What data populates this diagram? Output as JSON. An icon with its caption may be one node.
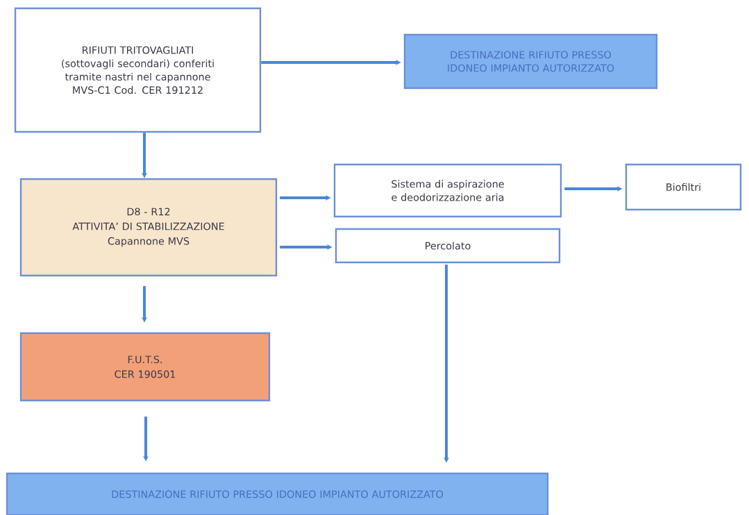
{
  "diagram": {
    "nodes": [
      {
        "text": [
          "RIFIUTI TRITOVAGLIATI (sottovagli secondari) conferiti tramite nastri nel capannone MVS-C1 Cod. CER 191212"
        ]
      },
      {
        "text": [
          "DESTINAZIONE RIFIUTO PRESSO IDONEO IMPIANTO AUTORIZZATO"
        ]
      },
      {
        "text": [
          "D8 - R12",
          "ATTIVITA’ DI STABILIZZAZIONE",
          "Capannone MVS"
        ]
      },
      {
        "text": [
          "Sistema di aspirazione e deodorizzazione aria"
        ]
      },
      {
        "text": [
          "Biofiltri"
        ]
      },
      {
        "text": [
          "Percolato"
        ]
      },
      {
        "text": [
          "F.U.T.S.",
          "CER 190501"
        ]
      },
      {
        "text": [
          "DESTINAZIONE RIFIUTO PRESSO IDONEO IMPIANTO AUTORIZZATO"
        ]
      }
    ],
    "edges": [
      {
        "from": 0,
        "to": 1,
        "arrow": "to"
      },
      {
        "from": 0,
        "to": 2,
        "arrow": "to"
      },
      {
        "from": 2,
        "to": 3,
        "arrow": "to"
      },
      {
        "from": 2,
        "to": 5,
        "arrow": "to"
      },
      {
        "from": 3,
        "to": 4,
        "arrow": "to"
      },
      {
        "from": 2,
        "to": 6,
        "arrow": "to"
      },
      {
        "from": 6,
        "to": 7,
        "arrow": "to"
      },
      {
        "from": 5,
        "to": 7,
        "arrow": "to"
      }
    ]
  }
}
